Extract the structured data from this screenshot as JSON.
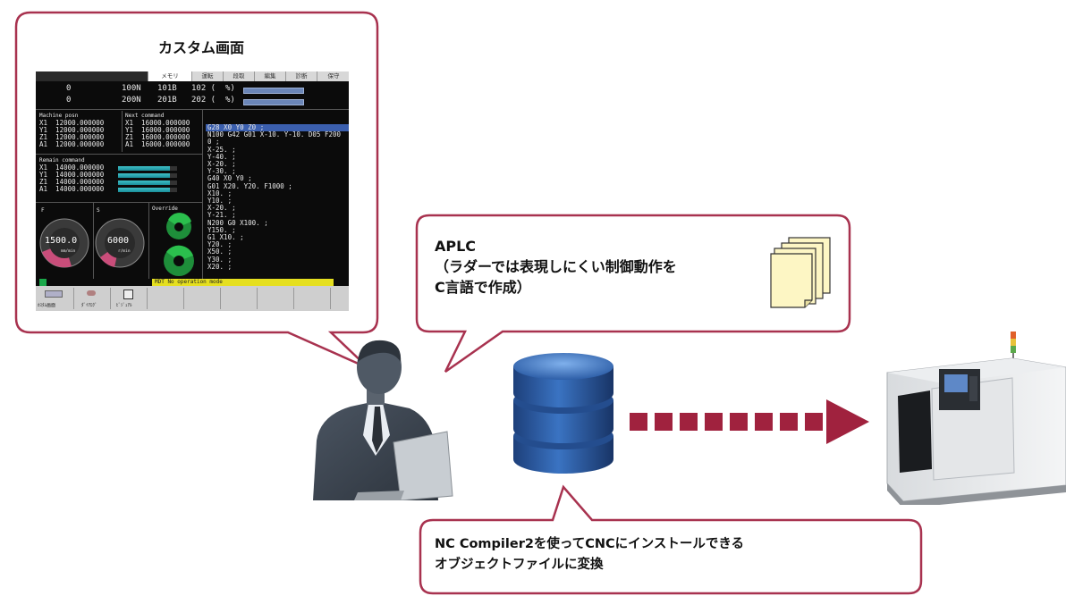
{
  "custom_screen": {
    "title": "カスタム画面",
    "screen": {
      "tabs": [
        "メモリ",
        "運転",
        "段取",
        "編集",
        "診断",
        "保守"
      ],
      "rows": [
        {
          "axis_val": "0",
          "n": "100N",
          "b": "101B",
          "c": "102 (",
          "pct": "%)"
        },
        {
          "axis_val": "0",
          "n": "200N",
          "b": "201B",
          "c": "202 (",
          "pct": "%)"
        }
      ],
      "machine_posn": {
        "label": "Machine posn",
        "lines": [
          "X1  12000.000000",
          "Y1  12000.000000",
          "Z1  12000.000000",
          "A1  12000.000000"
        ]
      },
      "next_command": {
        "label": "Next command",
        "lines": [
          "X1  16000.000000",
          "Y1  16000.000000",
          "Z1  16000.000000",
          "A1  16000.000000"
        ]
      },
      "remain_command": {
        "label": "Remain command",
        "lines": [
          "X1  14000.000000",
          "Y1  14000.000000",
          "Z1  14000.000000",
          "A1  14000.000000"
        ]
      },
      "program": [
        "G28 X0 Y0 Z0 ;",
        "N100 G42 G01 X-10. Y-10. D05 F200",
        "0 ;",
        "X-25. ;",
        "Y-40. ;",
        "X-20. ;",
        "Y-30. ;",
        "G40 X0 Y0 ;",
        "G01 X20. Y20. F1000 ;",
        "X10. ;",
        "Y10. ;",
        "X-20. ;",
        "Y-21. ;",
        "N200 G0 X100. ;",
        "Y150. ;",
        "G1 X10. ;",
        "Y20. ;",
        "X50. ;",
        "Y30. ;",
        "X20. ;"
      ],
      "gauge_f": {
        "label": "F",
        "value": "1500.0",
        "unit": "mm/min"
      },
      "gauge_s": {
        "label": "S",
        "value": "6000",
        "unit": "r/min"
      },
      "override_label": "Override",
      "status_text": "MDT No operation mode",
      "softkeys": [
        "ｶｽﾀﾑ画面",
        "ﾀﾞｲｱﾛｸﾞ",
        "ﾋﾞｼﾞｭｱﾙ"
      ]
    }
  },
  "aplc": {
    "title": "APLC",
    "line2": "（ラダーでは表現しにくい制御動作を",
    "line3": "C言語で作成）"
  },
  "compiler": {
    "line1": "NC Compiler2を使ってCNCにインストールできる",
    "line2": "オブジェクトファイルに変換"
  },
  "colors": {
    "callout_border": "#a8324f",
    "arrow": "#a0223e",
    "database": "#2f5fa6"
  },
  "icons": [
    "person-icon",
    "laptop-icon",
    "database-icon",
    "document-stack-icon",
    "cnc-machine-icon"
  ]
}
